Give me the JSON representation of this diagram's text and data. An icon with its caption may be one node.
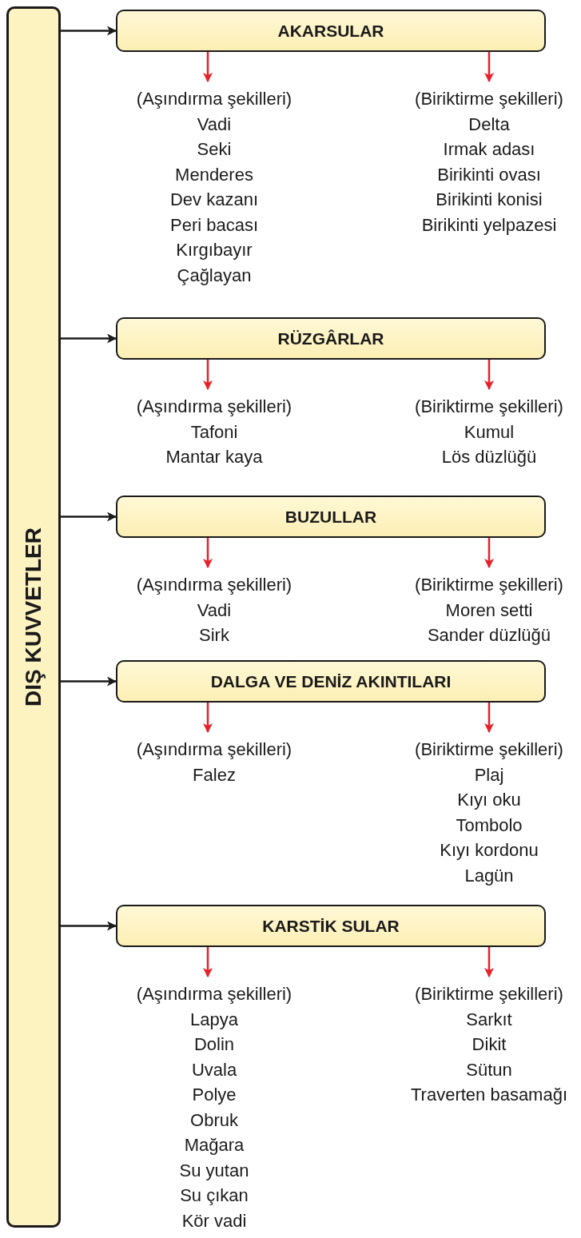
{
  "diagram": {
    "nodes": [
      {
        "text": [
          "DIŞ KUVVETLER"
        ]
      },
      {
        "text": [
          "AKARSULAR"
        ]
      },
      {
        "text": [
          "(Aşındırma şekilleri)",
          "Vadi",
          "Seki",
          "Menderes",
          "Dev kazanı",
          "Peri bacası",
          "Kırgıbayır",
          "Çağlayan"
        ]
      },
      {
        "text": [
          "(Biriktirme şekilleri)",
          "Delta",
          "Irmak adası",
          "Birikinti ovası",
          "Birikinti konisi",
          "Birikinti yelpazesi"
        ]
      },
      {
        "text": [
          "RÜZGÂRLAR"
        ]
      },
      {
        "text": [
          "(Aşındırma şekilleri)",
          "Tafoni",
          "Mantar kaya"
        ]
      },
      {
        "text": [
          "(Biriktirme şekilleri)",
          "Kumul",
          "Lös düzlüğü"
        ]
      },
      {
        "text": [
          "BUZULLAR"
        ]
      },
      {
        "text": [
          "(Aşındırma şekilleri)",
          "Vadi",
          "Sirk"
        ]
      },
      {
        "text": [
          "(Biriktirme şekilleri)",
          "Moren setti",
          "Sander düzlüğü"
        ]
      },
      {
        "text": [
          "DALGA VE DENİZ AKINTILARI"
        ]
      },
      {
        "text": [
          "(Aşındırma şekilleri)",
          "Falez"
        ]
      },
      {
        "text": [
          "(Biriktirme şekilleri)",
          "Plaj",
          "Kıyı oku",
          "Tombolo",
          "Kıyı kordonu",
          "Lagün"
        ]
      },
      {
        "text": [
          "KARSTİK SULAR"
        ]
      },
      {
        "text": [
          "(Aşındırma şekilleri)",
          "Lapya",
          "Dolin",
          "Uvala",
          "Polye",
          "Obruk",
          "Mağara",
          "Su yutan",
          "Su çıkan",
          "Kör vadi"
        ]
      },
      {
        "text": [
          "(Biriktirme şekilleri)",
          "Sarkıt",
          "Dikit",
          "Sütun",
          "Traverten basamağı"
        ]
      }
    ],
    "edges": [
      {
        "from": 0,
        "to": 1,
        "arrow": "to",
        "color": "#1a1a1a"
      },
      {
        "from": 1,
        "to": 2,
        "arrow": "to"
      },
      {
        "from": 1,
        "to": 3,
        "arrow": "to"
      },
      {
        "from": 0,
        "to": 4,
        "arrow": "to",
        "color": "#1a1a1a"
      },
      {
        "from": 4,
        "to": 5,
        "arrow": "to"
      },
      {
        "from": 4,
        "to": 6,
        "arrow": "to"
      },
      {
        "from": 0,
        "to": 7,
        "arrow": "to",
        "color": "#1a1a1a"
      },
      {
        "from": 7,
        "to": 8,
        "arrow": "to"
      },
      {
        "from": 7,
        "to": 9,
        "arrow": "to"
      },
      {
        "from": 0,
        "to": 10,
        "arrow": "to",
        "color": "#1a1a1a"
      },
      {
        "from": 10,
        "to": 11,
        "arrow": "to"
      },
      {
        "from": 10,
        "to": 12,
        "arrow": "to"
      },
      {
        "from": 0,
        "to": 13,
        "arrow": "to",
        "color": "#1a1a1a"
      },
      {
        "from": 13,
        "to": 14,
        "arrow": "to"
      },
      {
        "from": 13,
        "to": 15,
        "arrow": "to"
      }
    ]
  }
}
